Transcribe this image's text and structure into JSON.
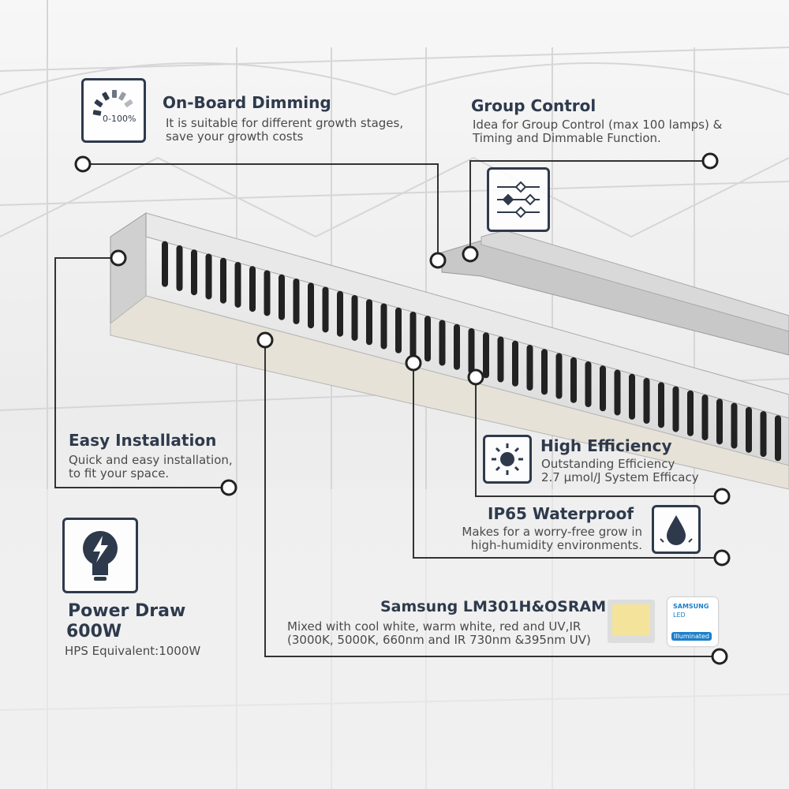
{
  "features": {
    "dimming": {
      "title": "On-Board Dimming",
      "desc": [
        "It is suitable for different growth stages,",
        "save your growth costs"
      ],
      "icon": "dimmer-gauge-icon",
      "icon_label": "0-100%"
    },
    "group": {
      "title": "Group Control",
      "desc": [
        "Idea for Group Control (max 100 lamps) &",
        "Timing and Dimmable Function."
      ],
      "icon": "sliders-icon"
    },
    "installation": {
      "title": "Easy Installation",
      "desc": [
        "Quick and easy installation,",
        "to fit your space."
      ]
    },
    "efficiency": {
      "title": "High Efficiency",
      "desc": [
        "Outstanding Efficiency",
        "2.7 μmol/J System Efficacy"
      ],
      "icon": "sun-icon"
    },
    "waterproof": {
      "title": "IP65 Waterproof",
      "desc": [
        "Makes for a worry-free grow in",
        "high-humidity environments."
      ],
      "icon": "water-drop-icon"
    },
    "power": {
      "title": "Power Draw",
      "value": "600W",
      "note": "HPS Equivalent:1000W",
      "icon": "lightbulb-bolt-icon"
    },
    "leds": {
      "title": "Samsung LM301H&OSRAM",
      "desc": [
        "Mixed with cool white, warm white, red and UV,IR",
        "(3000K, 5000K, 660nm and IR 730nm &395nm UV)"
      ],
      "badge_brand": "SAMSUNG",
      "badge_type": "LED",
      "badge_tag": "Illuminated"
    }
  },
  "colors": {
    "accent": "#2e3a4c",
    "line": "#333333"
  }
}
